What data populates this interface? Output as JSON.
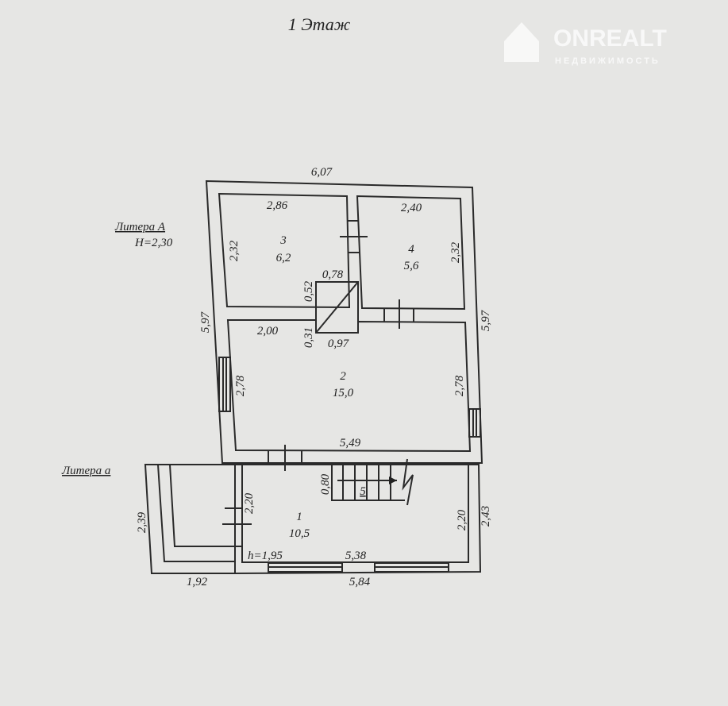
{
  "title": "1 Этаж",
  "watermark": {
    "brand": "ONREALT",
    "subtitle": "НЕДВИЖИМОСТЬ"
  },
  "litera_a_main": {
    "label": "Литера А",
    "height": "H=2,30"
  },
  "litera_a_annex": {
    "label": "Литера а",
    "height": "h=1,95"
  },
  "rooms": [
    {
      "number": "1",
      "area": "10,5"
    },
    {
      "number": "2",
      "area": "15,0"
    },
    {
      "number": "3",
      "area": "6,2"
    },
    {
      "number": "4",
      "area": "5,6"
    },
    {
      "number": "5"
    }
  ],
  "dimensions": {
    "outer_top": "6,07",
    "outer_left": "5,97",
    "outer_right": "5,97",
    "room3_top": "2,86",
    "room3_left": "2,32",
    "room4_top": "2,40",
    "room4_right": "2,32",
    "chimney_top": "0,78",
    "chimney_left": "0,52",
    "chimney_bottom": "0,97",
    "chimney_lower_left": "0,31",
    "room2_top": "2,00",
    "room2_left": "2,78",
    "room2_right": "2,78",
    "room2_bottom": "5,49",
    "stairs_width": "0,80",
    "room1_left": "2,20",
    "room1_right": "2,20",
    "room1_bottom": "5,38",
    "annex_outer_right": "2,43",
    "annex_left": "2,39",
    "annex_bottom_left": "1,92",
    "annex_bottom": "5,84"
  }
}
